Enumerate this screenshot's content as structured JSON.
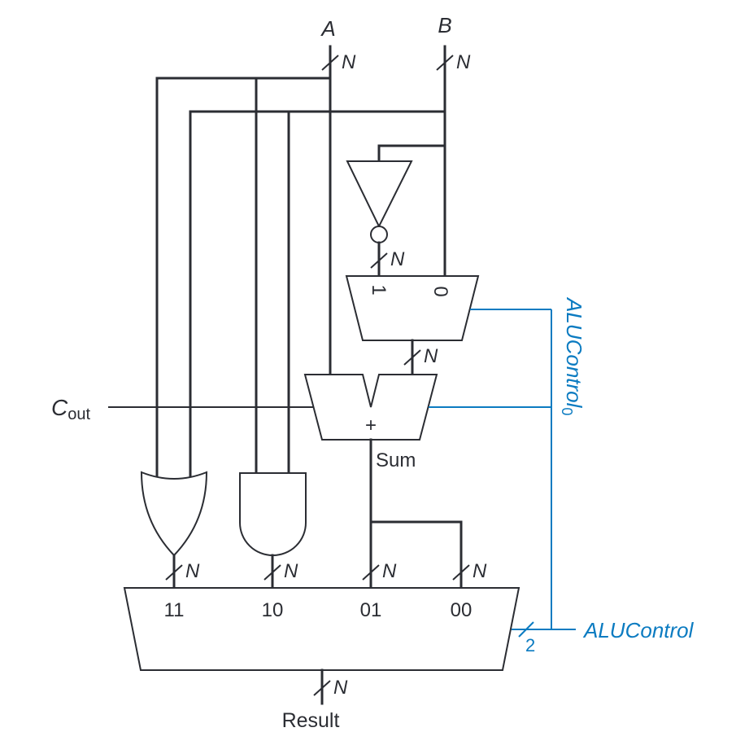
{
  "diagram": {
    "title": "N-bit ALU",
    "inputs": {
      "a_label": "A",
      "b_label": "B",
      "bus_width": "N"
    },
    "outputs": {
      "result_label": "Result",
      "cout_main": "C",
      "cout_sub": "out"
    },
    "adder": {
      "symbol": "+",
      "output_label": "Sum"
    },
    "b_mux": {
      "input_1_label": "1",
      "input_0_label": "0"
    },
    "result_mux": {
      "inputs": [
        "11",
        "10",
        "01",
        "00"
      ]
    },
    "control": {
      "bit0_main": "ALUControl",
      "bit0_sub": "0",
      "bus_label": "ALUControl",
      "bus_width": "2",
      "color": "#0b7bc1"
    },
    "wire_color": "#2b2d33"
  }
}
